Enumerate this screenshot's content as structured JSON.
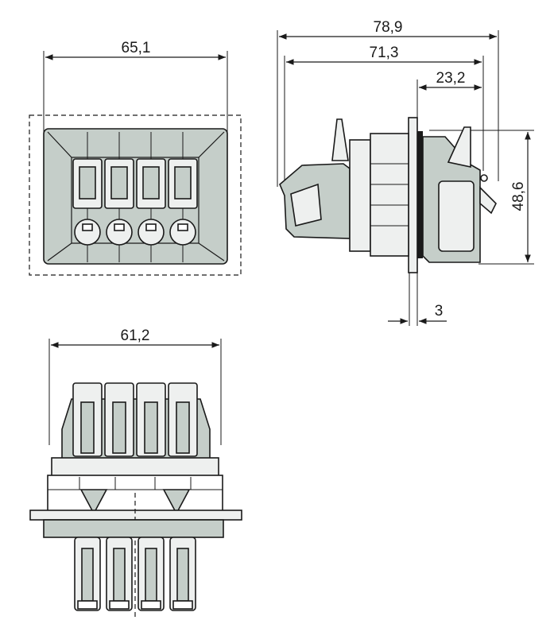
{
  "views": {
    "front": {
      "width_label": "65,1"
    },
    "side": {
      "overall_length_label": "78,9",
      "body_length_label": "71,3",
      "rear_length_label": "23,2",
      "height_label": "48,6",
      "panel_thickness_label": "3"
    },
    "top": {
      "width_label": "61,2"
    }
  },
  "colors": {
    "body": "#c5cec9",
    "light": "#eef0ef",
    "line": "#1a1a1a"
  }
}
